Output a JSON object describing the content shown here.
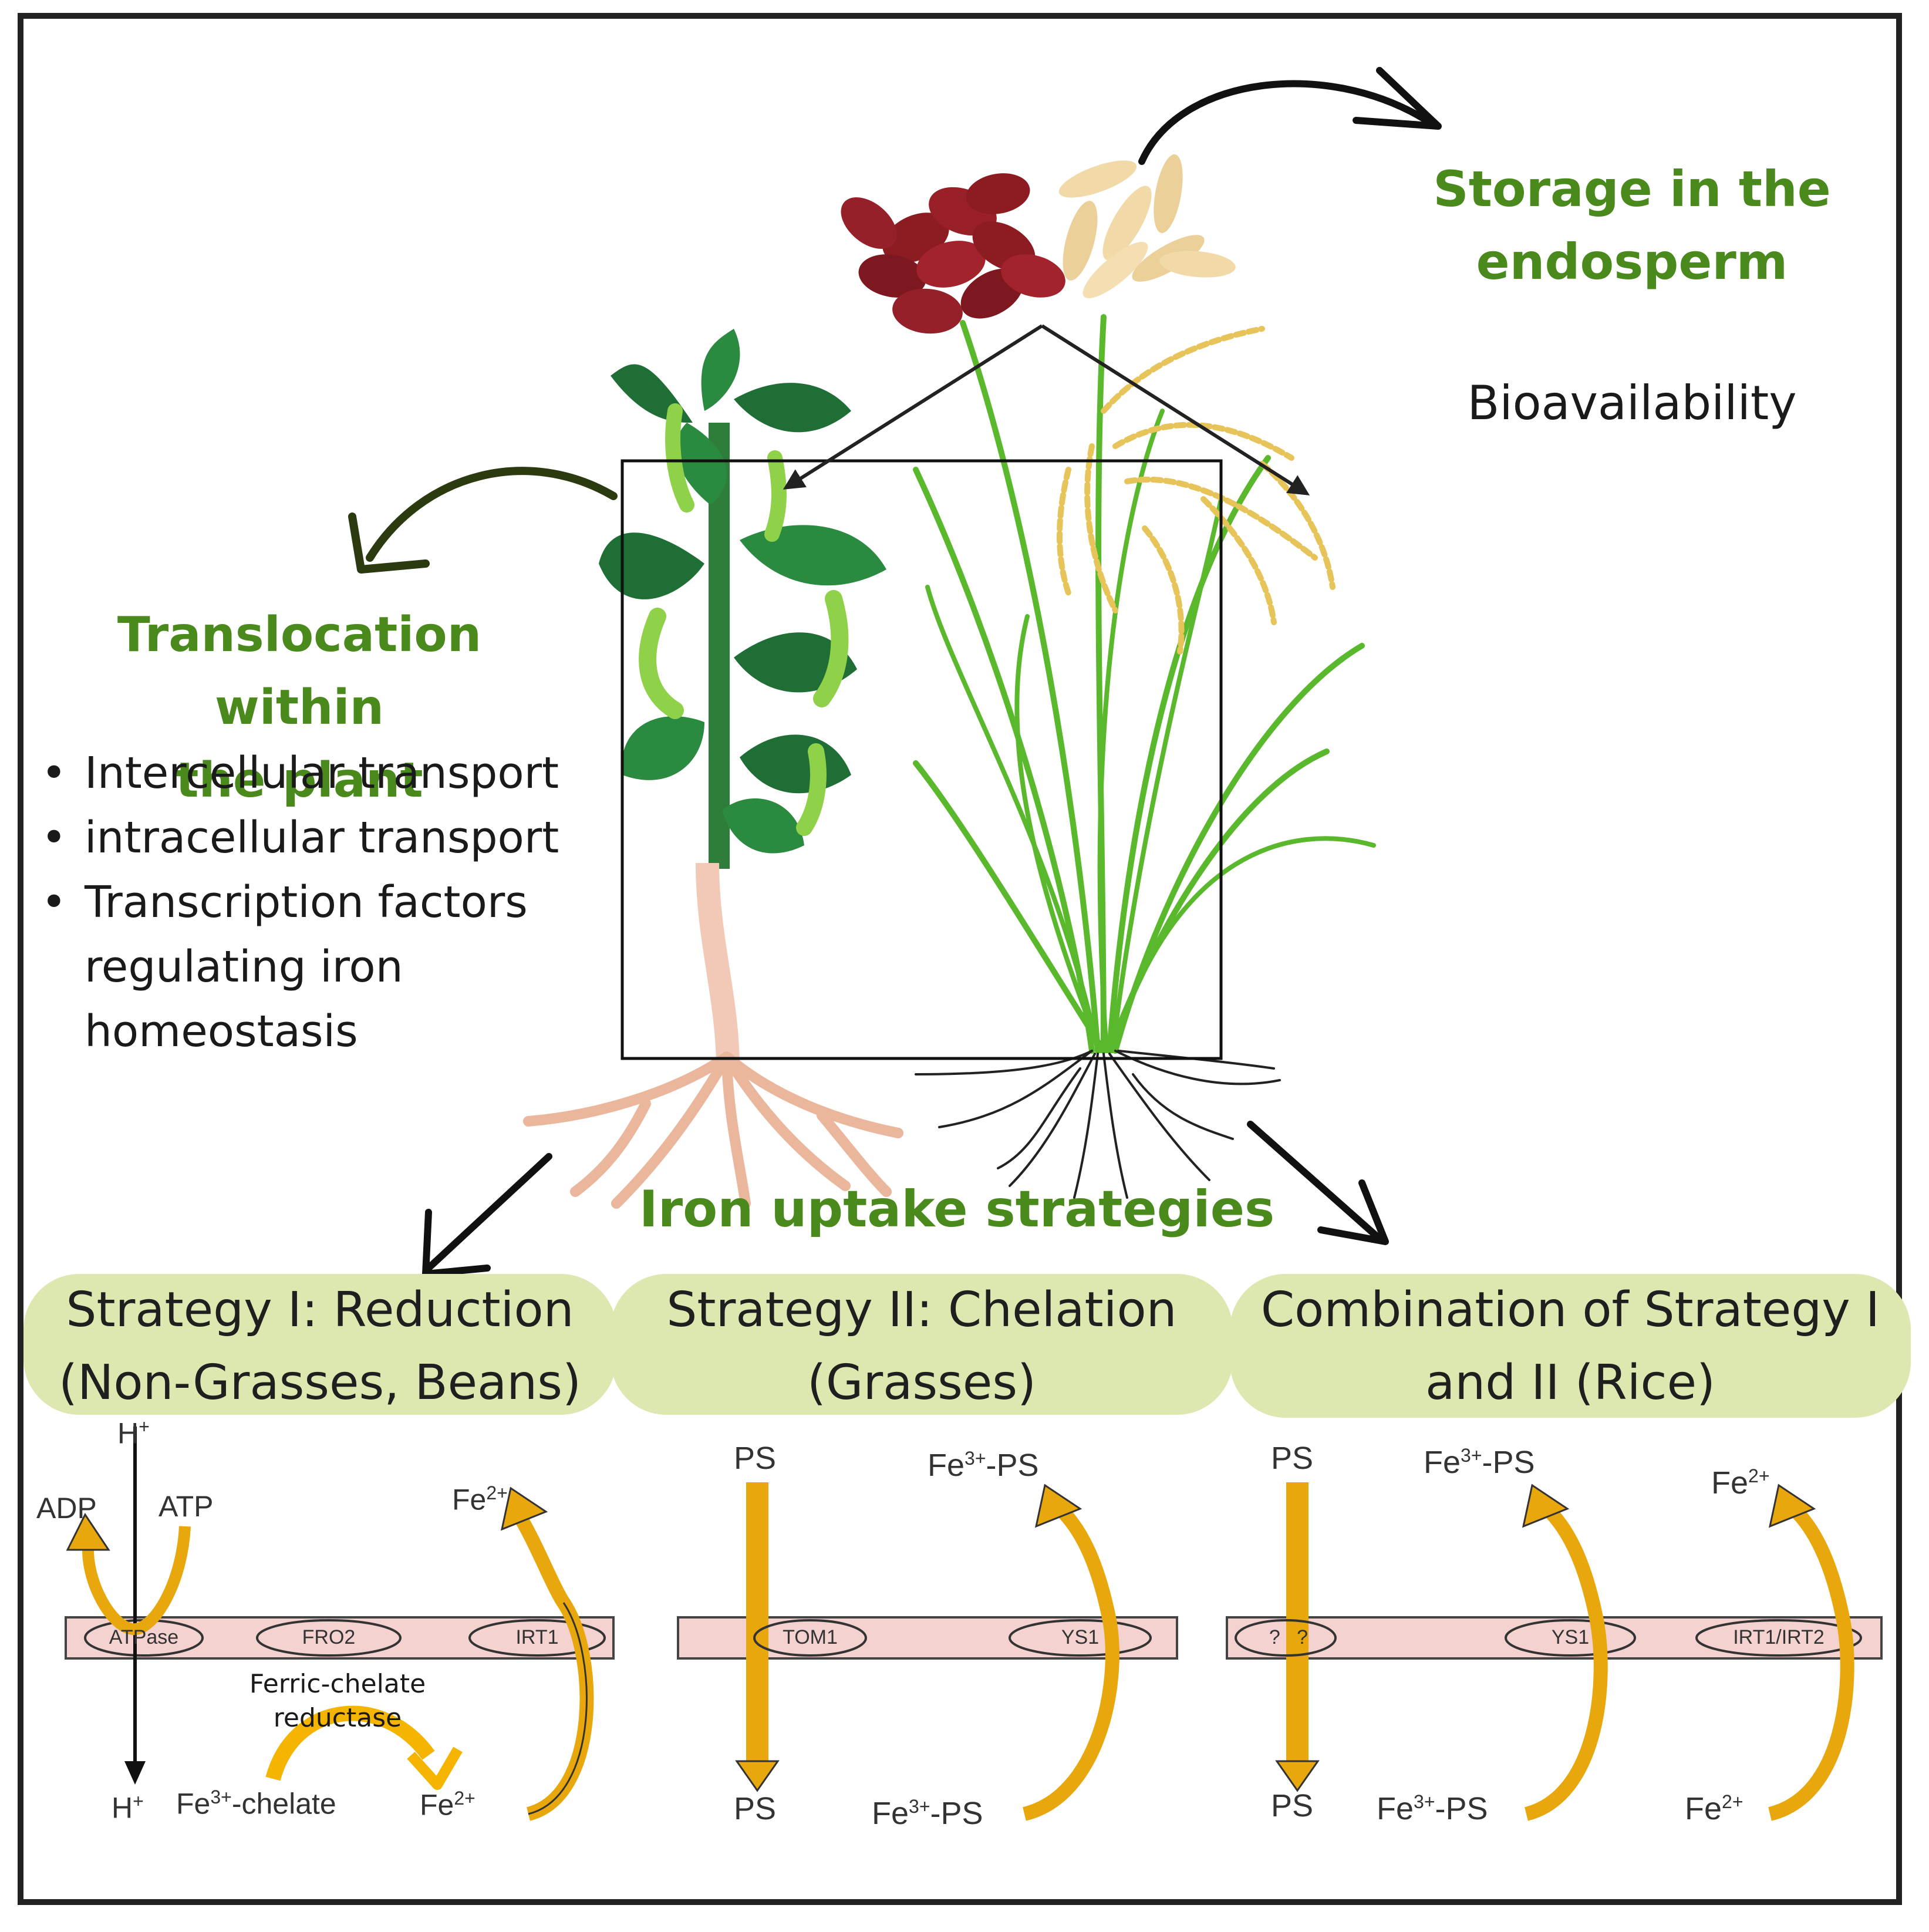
{
  "storage": {
    "title_line1": "Storage in the",
    "title_line2": "endosperm",
    "subtitle": "Bioavailability"
  },
  "translocation": {
    "title_line1": "Translocation within",
    "title_line2": "the plant",
    "bullets": [
      "Intercellular transport",
      "intracellular transport",
      "Transcription factors regulating iron homeostasis"
    ]
  },
  "uptake": {
    "title": "Iron uptake strategies"
  },
  "strategies": [
    {
      "line1": "Strategy I: Reduction",
      "line2": "(Non-Grasses, Beans)"
    },
    {
      "line1": "Strategy II: Chelation",
      "line2": "(Grasses)"
    },
    {
      "line1": "Combination of Strategy I",
      "line2": "and II (Rice)"
    }
  ],
  "panel1": {
    "h_top": "H",
    "h_bottom": "H",
    "h_charge": "+",
    "adp": "ADP",
    "atp": "ATP",
    "fe_top": "Fe",
    "fe2_charge": "2+",
    "fe_bottom": "Fe",
    "fe3_chelate_pre": "Fe",
    "fe3_charge": "3+",
    "fe3_chelate_post": "-chelate",
    "atpase": "ATPase",
    "fro2": "FRO2",
    "irt1": "IRT1",
    "reductase_line1": "Ferric-chelate",
    "reductase_line2": "reductase"
  },
  "panel2": {
    "ps_top": "PS",
    "ps_bottom": "PS",
    "fe_ps_pre": "Fe",
    "fe_ps_charge": "3+",
    "fe_ps_post": "-PS",
    "tom1": "TOM1",
    "ys1": "YS1"
  },
  "panel3": {
    "ps_top": "PS",
    "ps_bottom": "PS",
    "fe_ps_pre": "Fe",
    "fe_ps_charge": "3+",
    "fe_ps_post": "-PS",
    "fe": "Fe",
    "fe2_charge": "2+",
    "unknown": "?",
    "ys1": "YS1",
    "irt": "IRT1/IRT2"
  },
  "colors": {
    "green_title": "#4a8a1c",
    "pill_bg": "#dde8b0",
    "membrane": "#f4d2cf",
    "arrow_orange": "#e8a70c",
    "leaf_dark": "#1f6e35",
    "grass_green": "#5ab82d",
    "bean_red": "#8c1c22",
    "grain": "#f2d9a8",
    "root_pink": "#eab79c"
  }
}
